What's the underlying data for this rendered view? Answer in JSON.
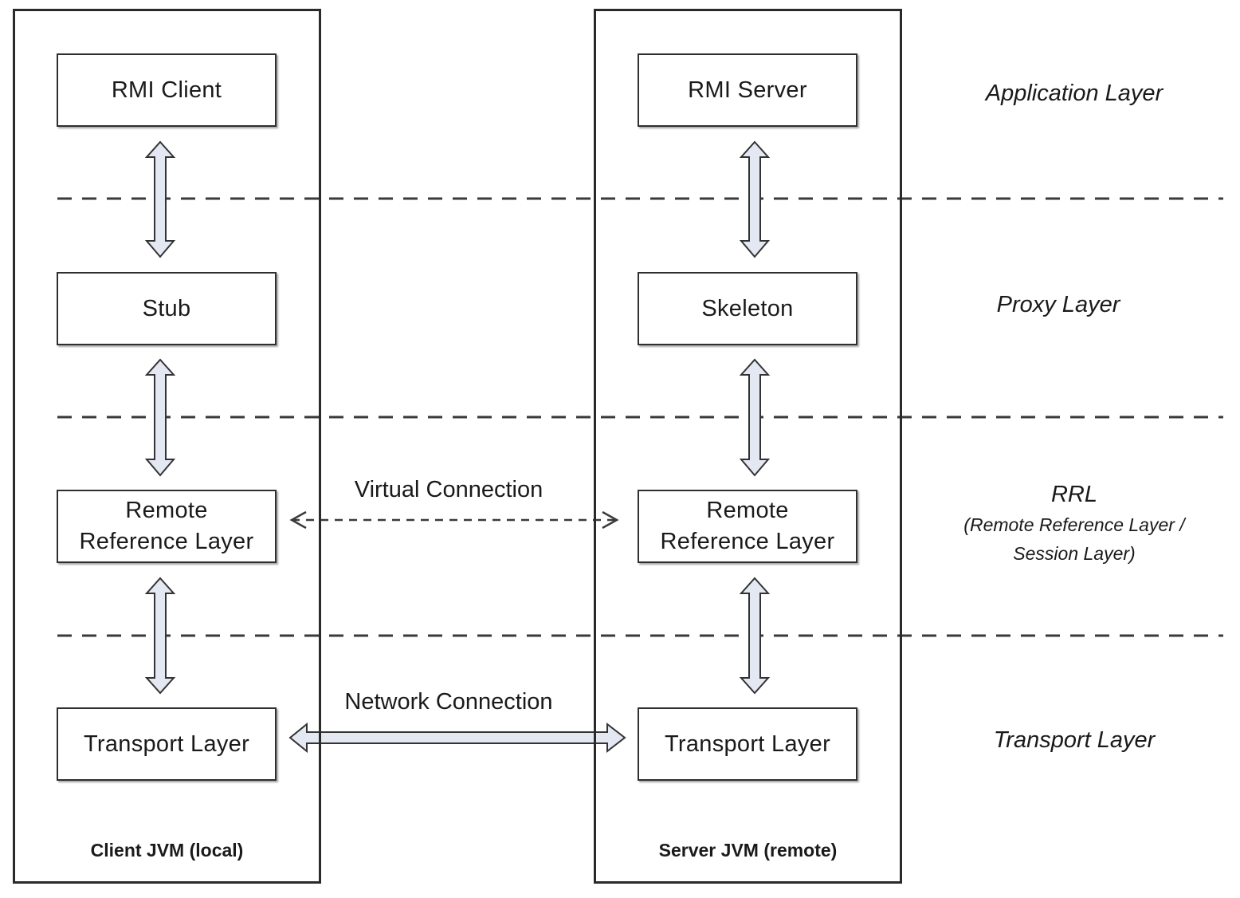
{
  "client_jvm": {
    "label": "Client JVM (local)",
    "boxes": {
      "app": "RMI Client",
      "proxy": "Stub",
      "rrl": "Remote\nReference Layer",
      "transport": "Transport Layer"
    }
  },
  "server_jvm": {
    "label": "Server JVM (remote)",
    "boxes": {
      "app": "RMI Server",
      "proxy": "Skeleton",
      "rrl": "Remote\nReference Layer",
      "transport": "Transport Layer"
    }
  },
  "connections": {
    "virtual": "Virtual Connection",
    "network": "Network Connection"
  },
  "layers": {
    "application": "Application Layer",
    "proxy": "Proxy Layer",
    "rrl": "RRL",
    "rrl_sub_1": "(Remote Reference Layer /",
    "rrl_sub_2": "Session Layer)",
    "transport": "Transport Layer"
  },
  "colors": {
    "line": "#2a2a2a",
    "arrow_fill": "#e3e8f2",
    "dashed": "#3a3a3a"
  }
}
